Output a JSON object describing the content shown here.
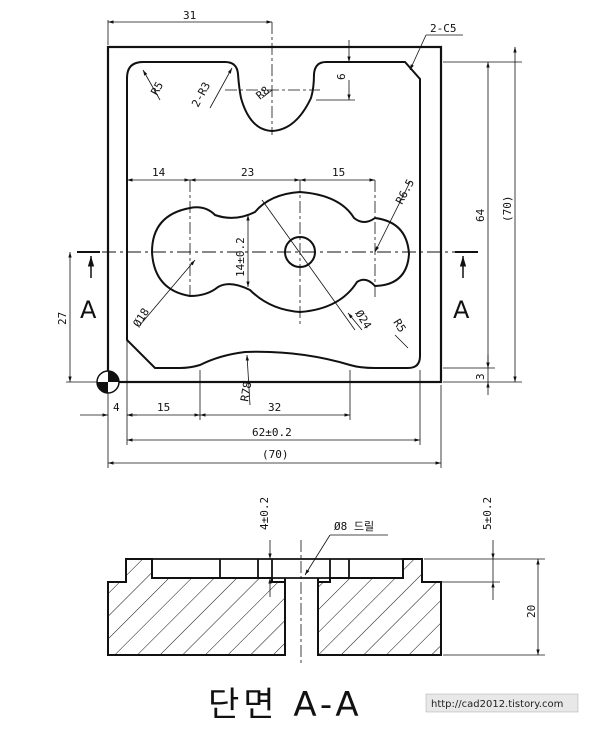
{
  "top_view": {
    "dim_31": "31",
    "chamfer": "2-C5",
    "r5_top": "R5",
    "r3": "2-R3",
    "r8": "R8",
    "dim_6": "6",
    "dim_14": "14",
    "dim_23": "23",
    "dim_15_top": "15",
    "r6_5": "R6.5",
    "dim_64": "64",
    "dim_70_side": "(70)",
    "dim_14_tol": "14±0.2",
    "dia_18": "Ø18",
    "dia_24": "Ø24",
    "r5_bottom": "R5",
    "dim_27": "27",
    "dim_3": "3",
    "r78": "R78",
    "dim_4": "4",
    "dim_15_bottom": "15",
    "dim_32": "32",
    "dim_62": "62±0.2",
    "dim_70_bottom": "(70)",
    "section_left": "A",
    "section_right": "A"
  },
  "section_view": {
    "dim_4_tol": "4±0.2",
    "drill": "Ø8 드릴",
    "dim_5_tol": "5±0.2",
    "dim_20": "20"
  },
  "caption": "단면 A-A",
  "watermark": "http://cad2012.tistory.com"
}
